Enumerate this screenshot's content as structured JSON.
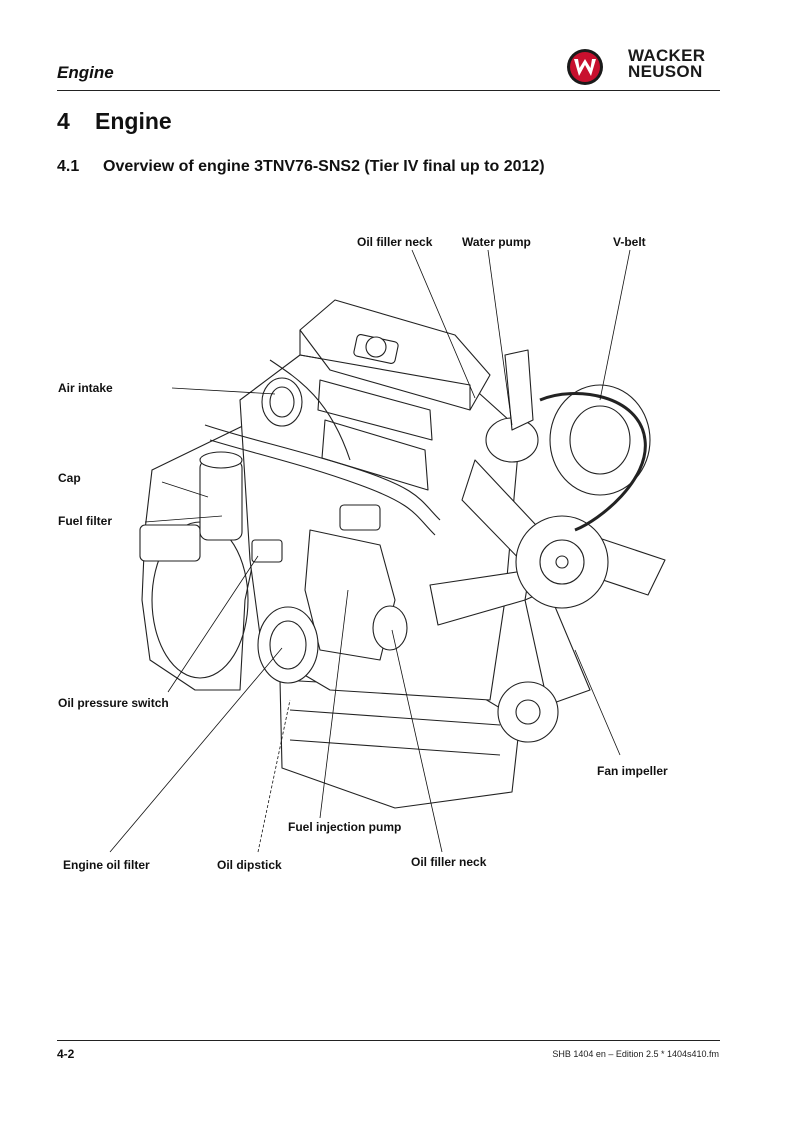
{
  "header": {
    "title": "Engine",
    "brand_line1": "WACKER",
    "brand_line2": "NEUSON"
  },
  "chapter": {
    "number": "4",
    "title": "Engine"
  },
  "section": {
    "number": "4.1",
    "title": "Overview of engine 3TNV76-SNS2 (Tier IV final up to 2012)"
  },
  "labels": {
    "oil_filler_neck_top": "Oil filler neck",
    "water_pump": "Water pump",
    "v_belt": "V-belt",
    "air_intake": "Air intake",
    "cap": "Cap",
    "fuel_filter": "Fuel filter",
    "oil_pressure_switch": "Oil pressure switch",
    "fan_impeller": "Fan impeller",
    "fuel_injection_pump": "Fuel injection pump",
    "engine_oil_filter": "Engine oil filter",
    "oil_dipstick": "Oil dipstick",
    "oil_filler_neck_bottom": "Oil filler neck"
  },
  "footer": {
    "page": "4-2",
    "reference": "SHB 1404 en – Edition 2.5 * 1404s410.fm"
  },
  "colors": {
    "logo_red": "#c8102e",
    "text": "#111111"
  }
}
